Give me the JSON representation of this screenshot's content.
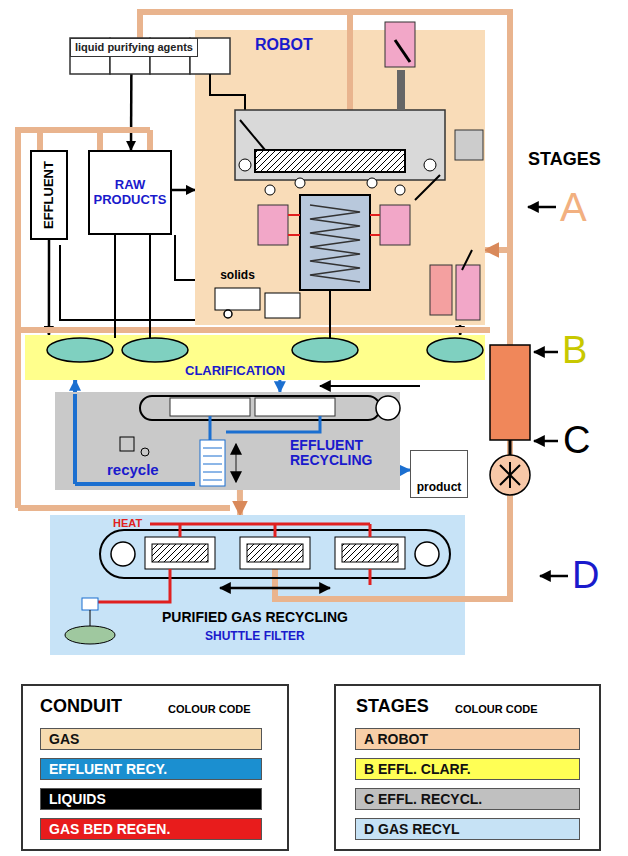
{
  "diagram": {
    "nodes": [
      {
        "text": [
          "ROBOT"
        ]
      },
      {
        "text": [
          "liquid purifying agents"
        ]
      },
      {
        "text": [
          "EFFLUENT"
        ]
      },
      {
        "text": [
          "RAW PRODUCTS"
        ]
      },
      {
        "text": [
          "solids"
        ],
        "in": 0
      },
      {
        "text": [
          "CLARIFICATION"
        ]
      },
      {
        "text": [
          "recycle",
          "EFFLUENT RECYCLING"
        ]
      },
      {
        "text": [
          "product"
        ]
      },
      {
        "text": [
          "PURIFIED GAS RECYCLING",
          "SHUTTLE FILTER"
        ]
      }
    ],
    "edges": [
      {
        "from": 1,
        "to": 3,
        "arrow": "to"
      },
      {
        "from": 3,
        "to": 0,
        "arrow": "to"
      },
      {
        "from": 2,
        "to": 5,
        "arrow": "to"
      },
      {
        "from": 0,
        "to": 5,
        "arrow": "to"
      },
      {
        "from": 5,
        "to": 6,
        "arrow": "to"
      },
      {
        "from": 6,
        "to": 5,
        "arrow": "to"
      },
      {
        "from": 6,
        "to": 7,
        "arrow": "to"
      },
      {
        "from": 6,
        "to": 8,
        "arrow": "to"
      },
      {
        "from": 8,
        "to": 0,
        "arrow": "to"
      }
    ],
    "labels": [
      "STAGES",
      "A",
      "B",
      "C",
      "D",
      "HEAT",
      "CONDUIT",
      "COLOUR CODE",
      "STAGES",
      "COLOUR CODE"
    ],
    "legend": [
      {
        "text": "GAS",
        "color": "#f6dbb0"
      },
      {
        "text": "EFFLUENT RECY.",
        "color": "#1b8fd0"
      },
      {
        "text": "LIQUIDS",
        "color": "#000000"
      },
      {
        "text": "GAS BED REGEN.",
        "color": "#e81c1c"
      },
      {
        "text": "A ROBOT",
        "color": "#f8cfa8"
      },
      {
        "text": "B EFFL. CLARF.",
        "color": "#ffff55"
      },
      {
        "text": "C EFFL. RECYCL.",
        "color": "#c0c0c0"
      },
      {
        "text": "D GAS RECYL",
        "color": "#c6e2f5"
      }
    ]
  }
}
